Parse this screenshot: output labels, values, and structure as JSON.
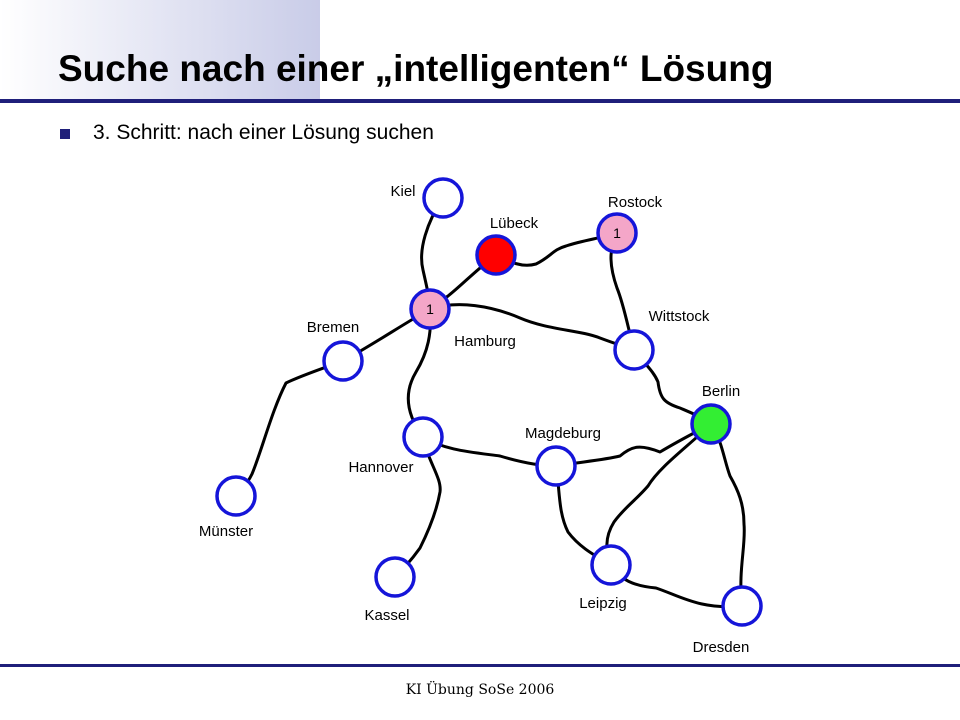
{
  "slide": {
    "title": "Suche nach einer „intelligenten“ Lösung",
    "bullet": "3. Schritt: nach einer Lösung suchen",
    "footer": "KI Übung SoSe 2006"
  },
  "colors": {
    "node_default": "#ffffff",
    "node_start": "#ff0000",
    "node_goal": "#33ee33",
    "node_expanded": "#f4a6c8",
    "node_border": "#1515d9",
    "edge": "#000000",
    "title_rule": "#1f1f7a"
  },
  "graph": {
    "nodes": [
      {
        "id": "kiel",
        "label": "Kiel",
        "state": "default",
        "mark": ""
      },
      {
        "id": "luebeck",
        "label": "Lübeck",
        "state": "start",
        "mark": ""
      },
      {
        "id": "rostock",
        "label": "Rostock",
        "state": "expanded",
        "mark": "1"
      },
      {
        "id": "hamburg",
        "label": "Hamburg",
        "state": "expanded",
        "mark": "1"
      },
      {
        "id": "bremen",
        "label": "Bremen",
        "state": "default",
        "mark": ""
      },
      {
        "id": "wittstock",
        "label": "Wittstock",
        "state": "default",
        "mark": ""
      },
      {
        "id": "berlin",
        "label": "Berlin",
        "state": "goal",
        "mark": ""
      },
      {
        "id": "hannover",
        "label": "Hannover",
        "state": "default",
        "mark": ""
      },
      {
        "id": "magdeburg",
        "label": "Magdeburg",
        "state": "default",
        "mark": ""
      },
      {
        "id": "muenster",
        "label": "Münster",
        "state": "default",
        "mark": ""
      },
      {
        "id": "kassel",
        "label": "Kassel",
        "state": "default",
        "mark": ""
      },
      {
        "id": "leipzig",
        "label": "Leipzig",
        "state": "default",
        "mark": ""
      },
      {
        "id": "dresden",
        "label": "Dresden",
        "state": "default",
        "mark": ""
      }
    ],
    "edges": [
      {
        "from": "kiel",
        "to": "hamburg"
      },
      {
        "from": "luebeck",
        "to": "hamburg"
      },
      {
        "from": "luebeck",
        "to": "rostock"
      },
      {
        "from": "rostock",
        "to": "wittstock"
      },
      {
        "from": "hamburg",
        "to": "wittstock"
      },
      {
        "from": "hamburg",
        "to": "bremen"
      },
      {
        "from": "hamburg",
        "to": "hannover"
      },
      {
        "from": "bremen",
        "to": "muenster"
      },
      {
        "from": "wittstock",
        "to": "berlin"
      },
      {
        "from": "hannover",
        "to": "magdeburg"
      },
      {
        "from": "hannover",
        "to": "kassel"
      },
      {
        "from": "magdeburg",
        "to": "berlin"
      },
      {
        "from": "magdeburg",
        "to": "leipzig"
      },
      {
        "from": "berlin",
        "to": "leipzig"
      },
      {
        "from": "berlin",
        "to": "dresden"
      },
      {
        "from": "leipzig",
        "to": "dresden"
      }
    ]
  }
}
